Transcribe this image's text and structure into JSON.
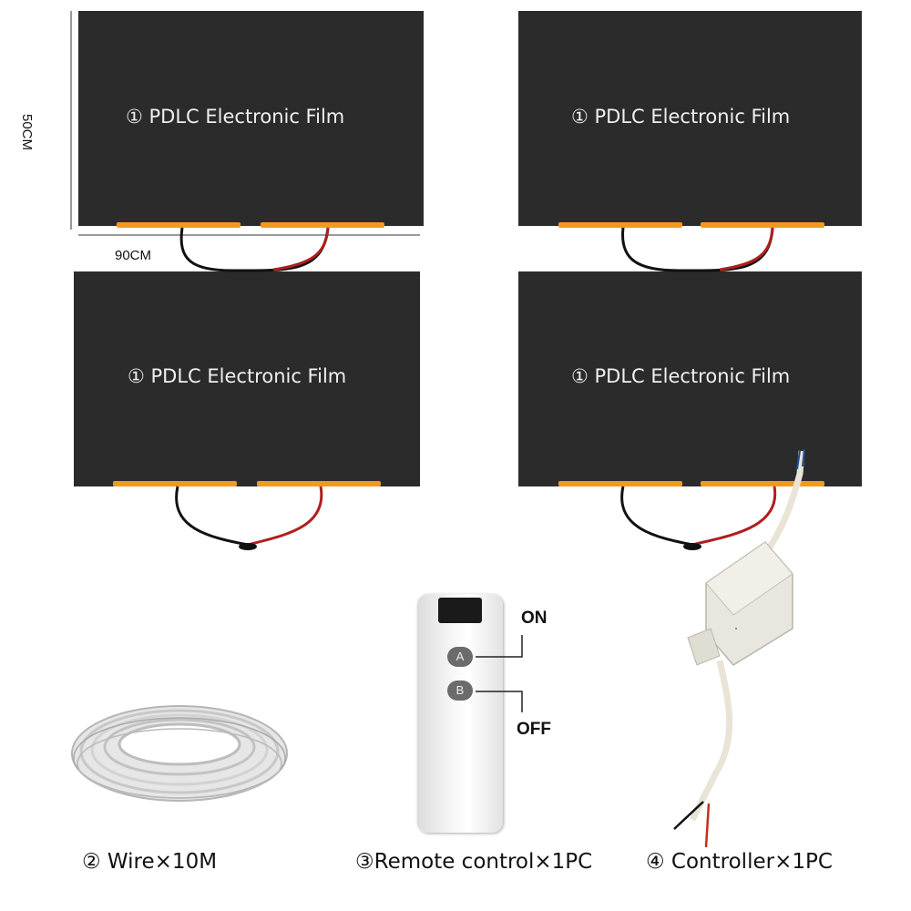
{
  "films": [
    {
      "label": "① PDLC Electronic Film"
    },
    {
      "label": "① PDLC Electronic Film"
    },
    {
      "label": "① PDLC Electronic Film"
    },
    {
      "label": "① PDLC Electronic Film"
    }
  ],
  "dimensions": {
    "height": "50CM",
    "width": "90CM"
  },
  "remote": {
    "button_a": "A",
    "button_b": "B",
    "on_label": "ON",
    "off_label": "OFF"
  },
  "captions": {
    "wire": "② Wire×10M",
    "remote": "③Remote control×1PC",
    "controller": "④ Controller×1PC"
  },
  "colors": {
    "film": "#2b2b2b",
    "strip": "#f39a1e",
    "wire_black": "#111111",
    "wire_red": "#b01e1e"
  }
}
